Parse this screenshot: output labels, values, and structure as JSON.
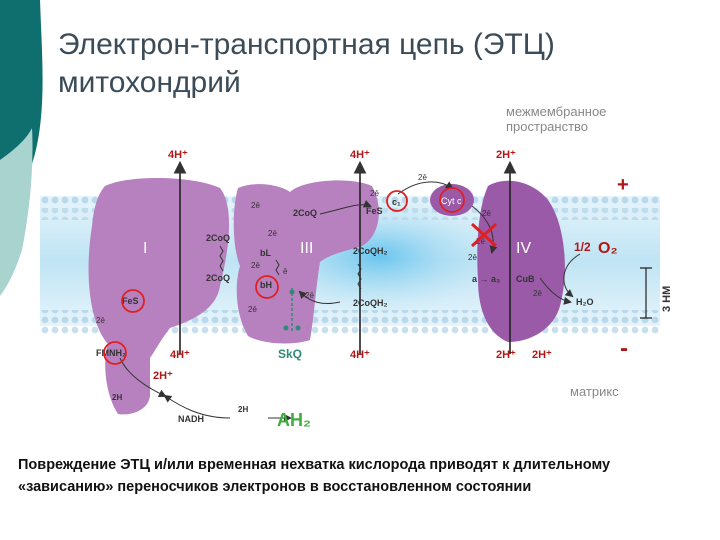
{
  "slide": {
    "title_line1": "Электрон-транспортная цепь (ЭТЦ)",
    "title_line2": "митохондрий",
    "caption_line1": "Повреждение ЭТЦ и/или временная нехватка кислорода приводят к длительному",
    "caption_line2": "«зависанию» переносчиков электронов в восстановленном состоянии"
  },
  "diagram": {
    "intermembrane_line1": "межмембранное",
    "intermembrane_line2": "пространство",
    "matrix_label": "матрикс",
    "plus_sign": "+",
    "minus_sign": "-",
    "thickness_label": "3 НМ",
    "complexes": [
      "I",
      "III",
      "IV"
    ],
    "protons": {
      "h_top_1": "4H⁺",
      "h_top_2": "4H⁺",
      "h_top_3": "2H⁺",
      "h_bot_1": "4H⁺",
      "h_bot_2": "4H⁺",
      "h_bot_3": "2H⁺",
      "h_bot_4": "2H⁺",
      "h_fmn": "2H⁺",
      "h_2h_left": "2H",
      "h_2h_nadh": "2H"
    },
    "carriers": {
      "coq_top": "2CoQ",
      "coq_i_1": "2CoQ",
      "coq_i_2": "2CoQ",
      "coqh2_1": "2CoQH₂",
      "coqh2_2": "2CoQH₂",
      "fes_iii": "FeS",
      "fes_i": "FeS",
      "fmnh2": "FMNH₂",
      "cyt_c": "Cyt c",
      "c1": "c₁",
      "bl": "bL",
      "bh": "bH",
      "a_a3": "a → a₃",
      "cub": "CuB",
      "half_o2": "1/2",
      "o2": "O₂",
      "h2o": "H₂O",
      "skq": "SkQ",
      "nadh": "NADH",
      "ah2": "AH₂"
    },
    "electrons": {
      "e1": "2ē",
      "e2": "2ē",
      "e3": "2ē",
      "e4": "2ē",
      "e5": "2ē",
      "e6": "2ē",
      "e7": "2ē",
      "e8": "2ē",
      "e9": "2ē",
      "e10": "2ē",
      "e11": "2ē",
      "e12": "2ē",
      "e13": "ē"
    },
    "colors": {
      "membrane_band": "#bfe4f4",
      "lipid_head": "#b9d8ea",
      "complex_fill": "#b780be",
      "complex_dark": "#9b5aa8",
      "highlight_circle": "#e02020",
      "cross": "#e02020",
      "ah2": "#3fae3f",
      "skq": "#2e8b78",
      "label_red": "#b01818"
    }
  }
}
